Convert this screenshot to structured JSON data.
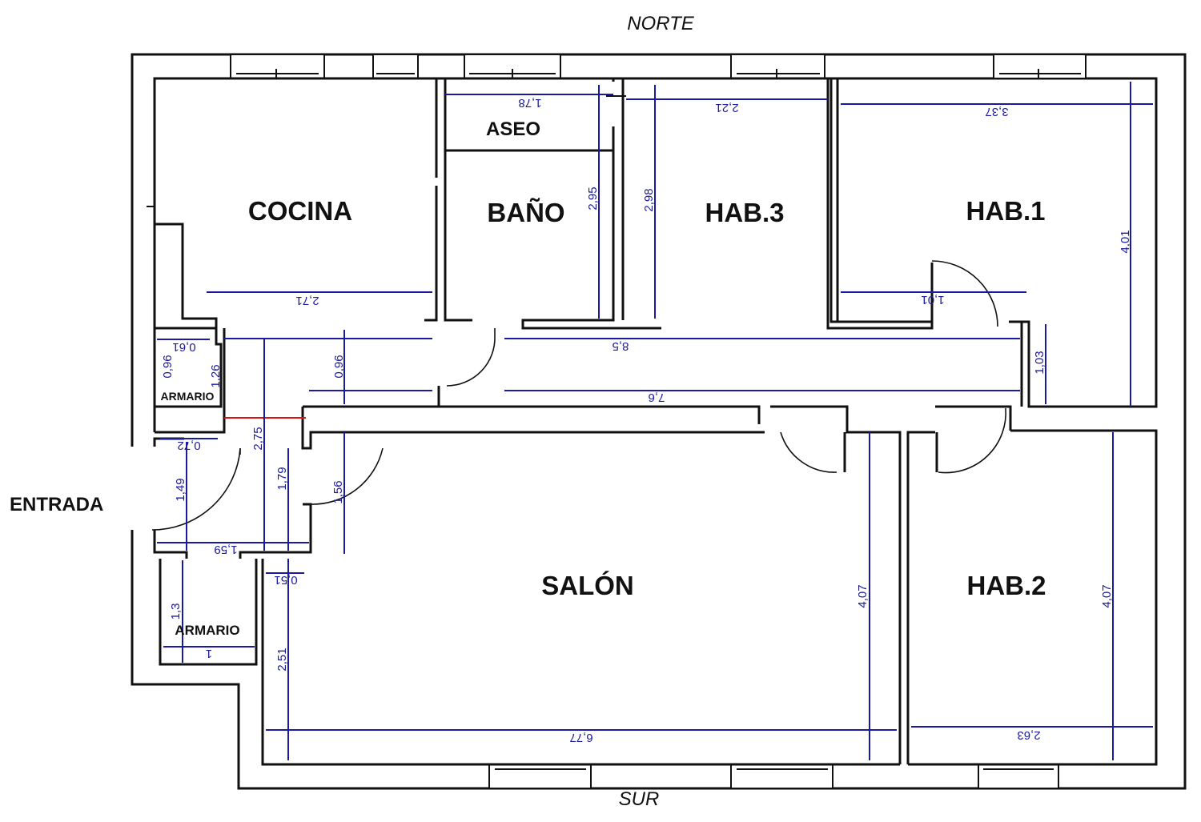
{
  "compass": {
    "north": "NORTE",
    "south": "SUR"
  },
  "entrance_label": "ENTRADA",
  "rooms": {
    "cocina": "COCINA",
    "bano": "BAÑO",
    "aseo": "ASEO",
    "hab3": "HAB.3",
    "hab1": "HAB.1",
    "salon": "SALÓN",
    "hab2": "HAB.2",
    "armario_top": "ARMARIO",
    "armario_bottom": "ARMARIO"
  },
  "dimensions": {
    "aseo_width": "1,78",
    "hab3_width": "2,21",
    "hab1_width": "3,37",
    "cocina_width": "2,71",
    "bano_height": "2,95",
    "hab3_height": "2,98",
    "hab1_height": "4,01",
    "hab1_door": "1,01",
    "corridor_length_top": "8,5",
    "corridor_length_bottom": "7,6",
    "corridor_width_left": "0,96",
    "corridor_width": "0,96",
    "corridor_end": "1,03",
    "armario_top_w": "0,61",
    "armario_top_h": "0,96",
    "armario_top_d": "1,26",
    "entry_w": "0,72",
    "entry_h": "1,49",
    "hall_h": "2,75",
    "hall_h2": "1,79",
    "hall_h3": "1,56",
    "hall_w": "1,59",
    "armario_bottom_w": "1",
    "armario_bottom_h": "1,3",
    "salon_step": "0,51",
    "salon_left_h": "2,51",
    "salon_h": "4,07",
    "salon_w": "6,77",
    "hab2_h": "4,07",
    "hab2_w": "2,63"
  }
}
